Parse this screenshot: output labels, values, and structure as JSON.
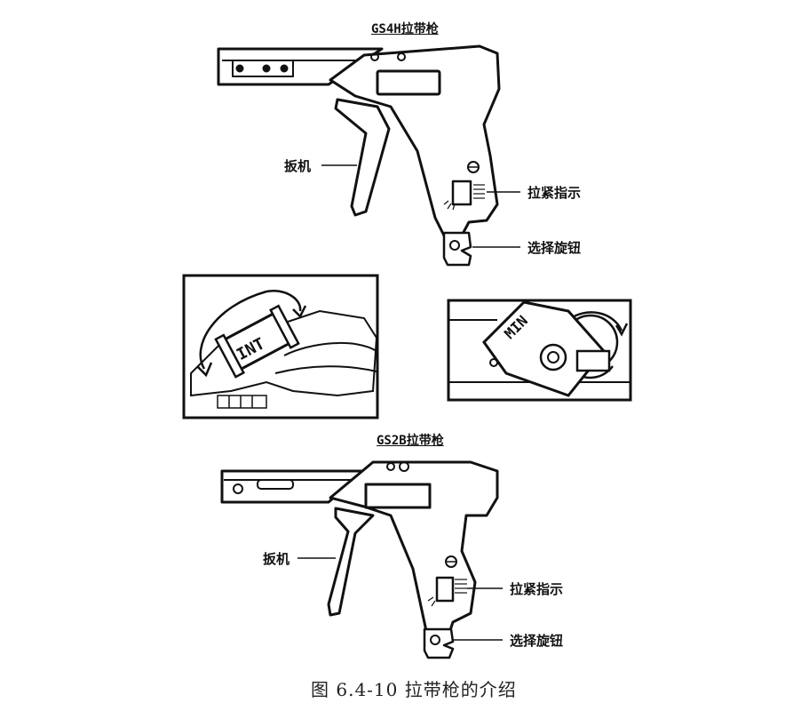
{
  "top_gun": {
    "title": "GS4H拉带枪",
    "trigger_label": "扳机",
    "tension_label": "拉紧指示",
    "knob_label": "选择旋钮"
  },
  "inset_left": {
    "dial_text": "INT"
  },
  "inset_right": {
    "dial_text": "MIN"
  },
  "bottom_gun": {
    "title": "GS2B拉带枪",
    "trigger_label": "扳机",
    "tension_label": "拉紧指示",
    "knob_label": "选择旋钮"
  },
  "caption": "图 6.4-10 拉带枪的介绍"
}
